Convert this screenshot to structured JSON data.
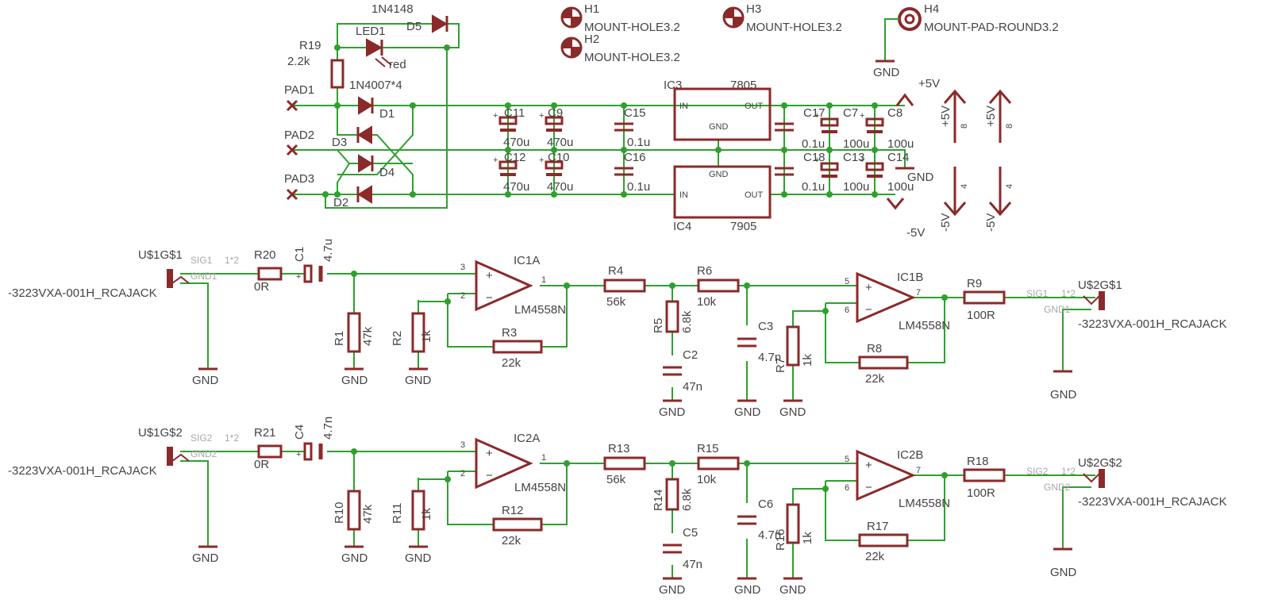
{
  "colors": {
    "wire": "#2fa02f",
    "symbol": "#8b2a2a",
    "text": "#444444",
    "sheet_label": "#a8a8a8"
  },
  "power": {
    "d5_part": "1N4148",
    "d5": "D5",
    "led": "LED1",
    "led_color": "red",
    "r19": "R19",
    "r19_val": "2.2k",
    "bridge": "1N4007*4",
    "pad1": "PAD1",
    "pad2": "PAD2",
    "pad3": "PAD3",
    "d1": "D1",
    "d2": "D2",
    "d3": "D3",
    "d4": "D4",
    "c11": "C11",
    "c11_val": "470u",
    "c9": "C9",
    "c9_val": "470u",
    "c12": "C12",
    "c12_val": "470u",
    "c10": "C10",
    "c10_val": "470u",
    "c15": "C15",
    "c15_val": "0.1u",
    "c16": "C16",
    "c16_val": "0.1u",
    "ic3": "IC3",
    "ic3_part": "7805",
    "ic4": "IC4",
    "ic4_part": "7905",
    "pin_in": "IN",
    "pin_out": "OUT",
    "pin_gnd": "GND",
    "c17": "C17",
    "c17_val": "0.1u",
    "c7": "C7",
    "c7_val": "100u",
    "c8": "C8",
    "c8_val": "100u",
    "c18": "C18",
    "c18_val": "0.1u",
    "c13": "C13",
    "c13_val": "100u",
    "c14": "C14",
    "c14_val": "100u",
    "plus5": "+5V",
    "minus5": "-5V",
    "gnd": "GND",
    "pin8": "8",
    "pin4": "4"
  },
  "mount": {
    "h1": "H1",
    "h1_part": "MOUNT-HOLE3.2",
    "h2": "H2",
    "h2_part": "MOUNT-HOLE3.2",
    "h3": "H3",
    "h3_part": "MOUNT-HOLE3.2",
    "h4": "H4",
    "h4_part": "MOUNT-PAD-ROUND3.2",
    "gnd": "GND"
  },
  "channels": [
    {
      "jack_in": "U$1G$1",
      "jack_out": "U$2G$1",
      "jack_part": "-3223VXA-001H_RCAJACK",
      "sig": "SIG1",
      "gndnet": "GND1",
      "mult": "1*2",
      "r_in": "R20",
      "r_in_val": "0R",
      "c_in": "C1",
      "c_in_val": "4.7u",
      "r_bias": "R1",
      "r_bias_val": "47k",
      "r_g": "R2",
      "r_g_val": "1k",
      "r_f": "R3",
      "r_f_val": "22k",
      "opa": "IC1A",
      "opb": "IC1B",
      "op_part": "LM4558N",
      "r_a": "R4",
      "r_a_val": "56k",
      "r_b": "R6",
      "r_b_val": "10k",
      "r_c": "R5",
      "r_c_val": "6.8k",
      "c_a": "C2",
      "c_a_val": "47n",
      "c_b": "C3",
      "c_b_val": "4.7n",
      "r_g2": "R7",
      "r_g2_val": "1k",
      "r_f2": "R8",
      "r_f2_val": "22k",
      "r_out": "R9",
      "r_out_val": "100R",
      "pa_p": "3",
      "pa_n": "2",
      "pa_o": "1",
      "pb_p": "5",
      "pb_n": "6",
      "pb_o": "7",
      "gnd": "GND"
    },
    {
      "jack_in": "U$1G$2",
      "jack_out": "U$2G$2",
      "jack_part": "-3223VXA-001H_RCAJACK",
      "sig": "SIG2",
      "gndnet": "GND2",
      "mult": "1*2",
      "r_in": "R21",
      "r_in_val": "0R",
      "c_in": "C4",
      "c_in_val": "4.7n",
      "r_bias": "R10",
      "r_bias_val": "47k",
      "r_g": "R11",
      "r_g_val": "1k",
      "r_f": "R12",
      "r_f_val": "22k",
      "opa": "IC2A",
      "opb": "IC2B",
      "op_part": "LM4558N",
      "r_a": "R13",
      "r_a_val": "56k",
      "r_b": "R15",
      "r_b_val": "10k",
      "r_c": "R14",
      "r_c_val": "6.8k",
      "c_a": "C5",
      "c_a_val": "47n",
      "c_b": "C6",
      "c_b_val": "4.7n",
      "r_g2": "R16",
      "r_g2_val": "1k",
      "r_f2": "R17",
      "r_f2_val": "22k",
      "r_out": "R18",
      "r_out_val": "100R",
      "pa_p": "3",
      "pa_n": "2",
      "pa_o": "1",
      "pb_p": "5",
      "pb_n": "6",
      "pb_o": "7",
      "gnd": "GND"
    }
  ]
}
